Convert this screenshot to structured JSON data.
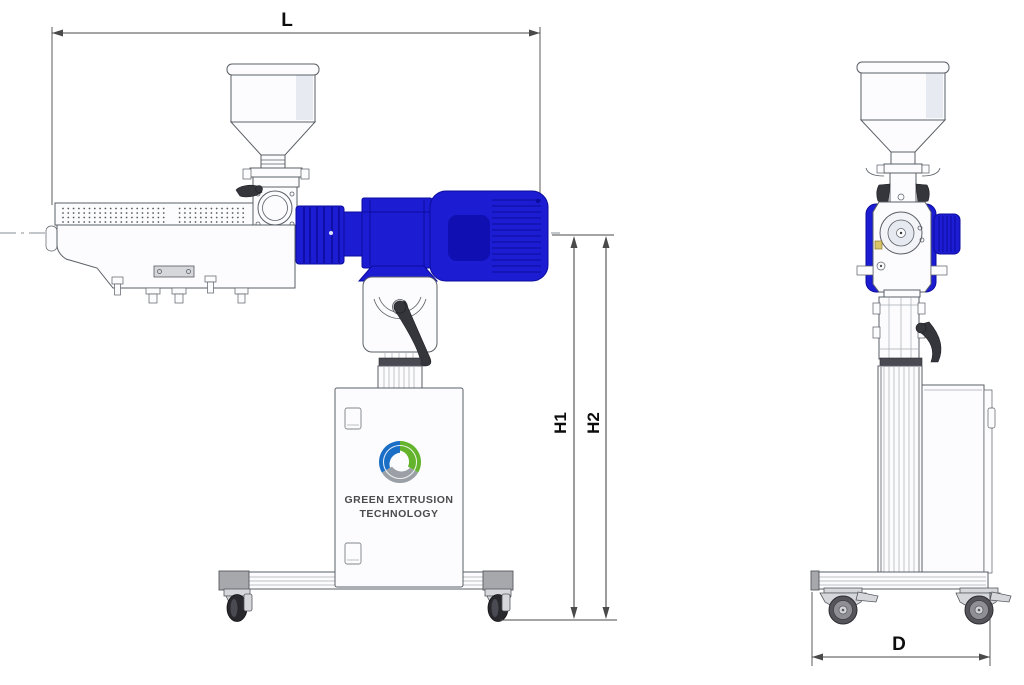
{
  "drawing": {
    "dimensions": {
      "length": "L",
      "height1": "H1",
      "height2": "H2",
      "depth": "D"
    },
    "brand": {
      "line1": "GREEN EXTRUSION",
      "line2": "TECHNOLOGY"
    },
    "colors": {
      "motor_blue": "#1c1cd2",
      "motor_blue_dark": "#0c0c9e",
      "motor_blue_light": "#3a3ae8",
      "outline": "#5a5f66",
      "dim_line": "#4a4a4a",
      "label_text": "#0d0d0d",
      "lever_dark": "#35353c",
      "wheel_dark": "#28282d",
      "metal_gray": "#a7a8ac",
      "panel_white": "#fcfcfe",
      "logo_blue": "#1a6ec5",
      "logo_green": "#63b32c",
      "logo_gray": "#9aa0a6",
      "brand_text": "#4b4b4d"
    }
  }
}
